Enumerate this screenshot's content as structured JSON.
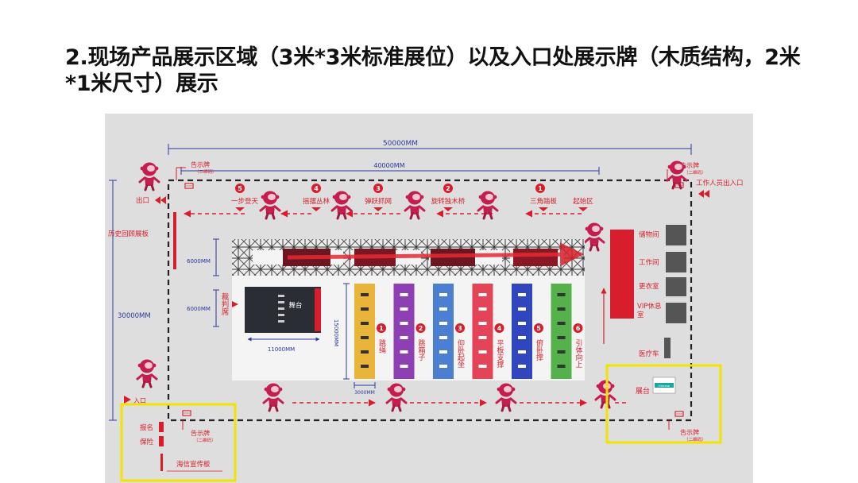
{
  "slide": {
    "title": "2.现场产品展示区域（3米*3米标准展位）以及入口处展示牌（木质结构，2米*1米尺寸）展示"
  },
  "floor_plan": {
    "dimensions": {
      "total_width": "50000MM",
      "inner_width": "40000MM",
      "total_height": "30000MM",
      "stage_width": "11000MM",
      "stage_depth": "15000MM",
      "truss_height": "6000MM",
      "stage_height": "6000MM",
      "lane_width": "3000MM"
    },
    "exits": {
      "exit": "出口",
      "entrance": "入口",
      "staff_entrance": "工作人员出入口"
    },
    "notice_board": {
      "label": "告示牌",
      "sub": "（二维码）"
    },
    "obstacles": [
      {
        "num": "5",
        "label": "一步登天"
      },
      {
        "num": "4",
        "label": "摇摆丛林"
      },
      {
        "num": "3",
        "label": "弹跃抓网"
      },
      {
        "num": "2",
        "label": "旋转独木桥"
      },
      {
        "num": "1",
        "label": "三角踏板"
      }
    ],
    "start_zone": "起始区",
    "history_board": "历史回顾展板",
    "judge_seat": "裁判席",
    "stage": "舞台",
    "fitness_lanes": [
      {
        "num": "1",
        "label": "跳绳",
        "color": "#e8b53a"
      },
      {
        "num": "2",
        "label": "跳箱子",
        "color": "#8e3fb3"
      },
      {
        "num": "3",
        "label": "仰卧起坐",
        "color": "#4a7fd1"
      },
      {
        "num": "4",
        "label": "平板支撑",
        "color": "#e34457"
      },
      {
        "num": "5",
        "label": "俯卧撑",
        "color": "#2f46bf"
      },
      {
        "num": "6",
        "label": "引体向上",
        "color": "#55b14a"
      }
    ],
    "rooms": [
      "储物间",
      "工作间",
      "更衣室",
      "VIP休息室",
      "医疗车"
    ],
    "booth": "展台",
    "booth_brand": "Hisense",
    "registration": "报名",
    "insurance": "保险",
    "hisense_board": "海信宣传板",
    "colors": {
      "accent_red": "#d81e2c",
      "dimension_blue": "#2a3a9c",
      "highlight_yellow": "#f2e400"
    }
  }
}
